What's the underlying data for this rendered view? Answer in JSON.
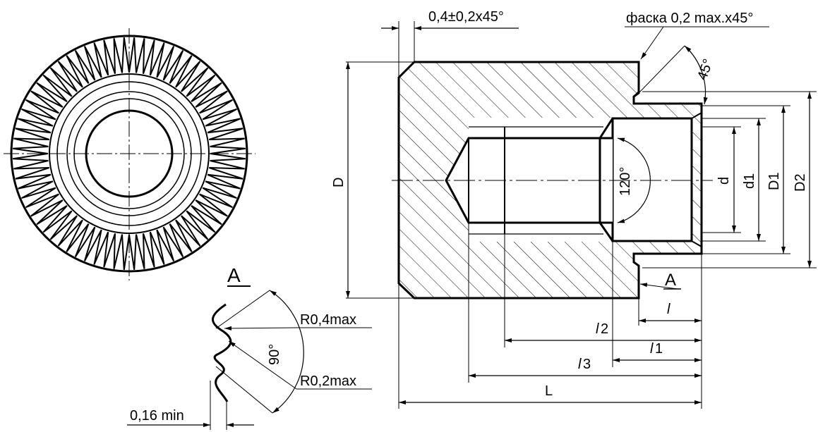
{
  "labels": {
    "chamfer_front": "0,4±0,2x45°",
    "chamfer_note": "фаска 0,2 max.x45°",
    "angle_45": "45°",
    "dim_D": "D",
    "angle_120": "120°",
    "dim_d": "d",
    "dim_d1": "d1",
    "dim_D1": "D1",
    "dim_D2": "D2",
    "view_A_section": "A",
    "view_A_title": "A",
    "r_large": "R0,4max",
    "r_small": "R0,2max",
    "angle_90": "90°",
    "min_016": "0,16 min",
    "dim_l": "l",
    "dim_l2_sym": "l",
    "dim_l2_num": "2",
    "dim_l1_sym": "l",
    "dim_l1_num": "1",
    "dim_l3_sym": "l",
    "dim_l3_num": "3",
    "dim_L": "L"
  }
}
